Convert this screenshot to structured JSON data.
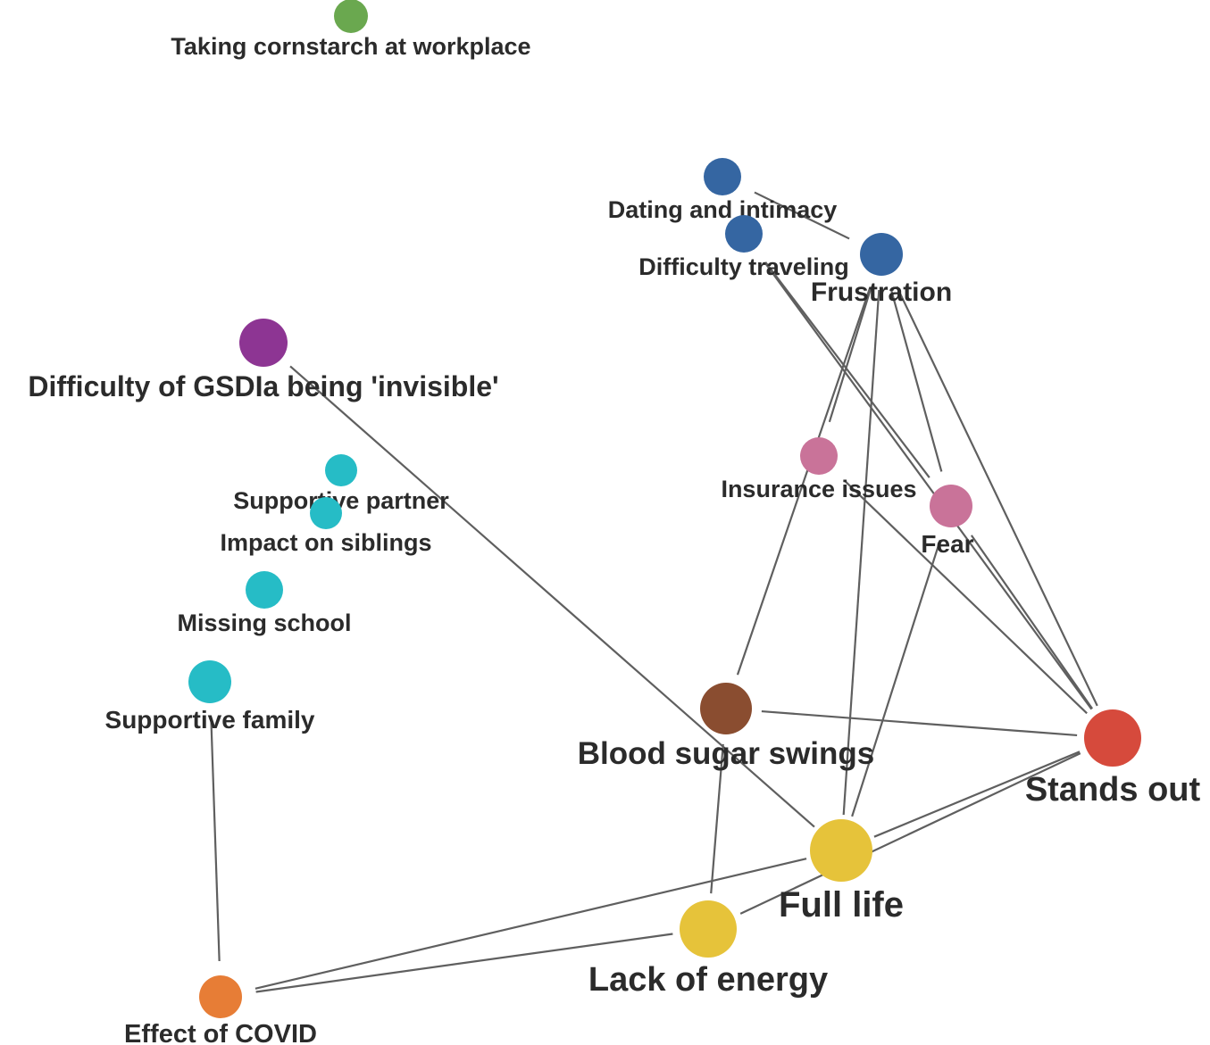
{
  "colors": {
    "green": "#6aa84f",
    "dark_blue": "#3566a2",
    "purple": "#8d3593",
    "teal": "#26bcc6",
    "pink": "#c97399",
    "brown": "#8a4d30",
    "red": "#d64a3c",
    "yellow": "#e6c33a",
    "orange": "#e77d36",
    "edge": "#5f5f5f"
  },
  "nodes": [
    {
      "id": "taking-cornstarch",
      "label": "Taking cornstarch at workplace",
      "color": "green"
    },
    {
      "id": "dating-intimacy",
      "label": "Dating and intimacy",
      "color": "dark_blue"
    },
    {
      "id": "difficulty-traveling",
      "label": "Difficulty traveling",
      "color": "dark_blue"
    },
    {
      "id": "frustration",
      "label": "Frustration",
      "color": "dark_blue"
    },
    {
      "id": "gsdia-invisible",
      "label": "Difficulty of GSDIa being 'invisible'",
      "color": "purple"
    },
    {
      "id": "supportive-partner",
      "label": "Supportive partner",
      "color": "teal"
    },
    {
      "id": "impact-siblings",
      "label": "Impact on siblings",
      "color": "teal"
    },
    {
      "id": "missing-school",
      "label": "Missing school",
      "color": "teal"
    },
    {
      "id": "supportive-family",
      "label": "Supportive family",
      "color": "teal"
    },
    {
      "id": "insurance-issues",
      "label": "Insurance issues",
      "color": "pink"
    },
    {
      "id": "fear",
      "label": "Fear",
      "color": "pink"
    },
    {
      "id": "blood-sugar-swings",
      "label": "Blood sugar swings",
      "color": "brown"
    },
    {
      "id": "stands-out",
      "label": "Stands out",
      "color": "red"
    },
    {
      "id": "full-life",
      "label": "Full life",
      "color": "yellow"
    },
    {
      "id": "lack-of-energy",
      "label": "Lack of energy",
      "color": "yellow"
    },
    {
      "id": "effect-covid",
      "label": "Effect of COVID",
      "color": "orange"
    }
  ],
  "edges": [
    [
      "dating-intimacy",
      "frustration"
    ],
    [
      "difficulty-traveling",
      "stands-out"
    ],
    [
      "difficulty-traveling",
      "fear"
    ],
    [
      "frustration",
      "insurance-issues"
    ],
    [
      "frustration",
      "blood-sugar-swings"
    ],
    [
      "frustration",
      "full-life"
    ],
    [
      "frustration",
      "fear"
    ],
    [
      "frustration",
      "stands-out"
    ],
    [
      "gsdia-invisible",
      "full-life"
    ],
    [
      "insurance-issues",
      "stands-out"
    ],
    [
      "fear",
      "full-life"
    ],
    [
      "fear",
      "stands-out"
    ],
    [
      "blood-sugar-swings",
      "stands-out"
    ],
    [
      "blood-sugar-swings",
      "lack-of-energy"
    ],
    [
      "stands-out",
      "full-life"
    ],
    [
      "stands-out",
      "lack-of-energy"
    ],
    [
      "supportive-family",
      "effect-covid"
    ],
    [
      "full-life",
      "effect-covid"
    ],
    [
      "lack-of-energy",
      "effect-covid"
    ]
  ]
}
